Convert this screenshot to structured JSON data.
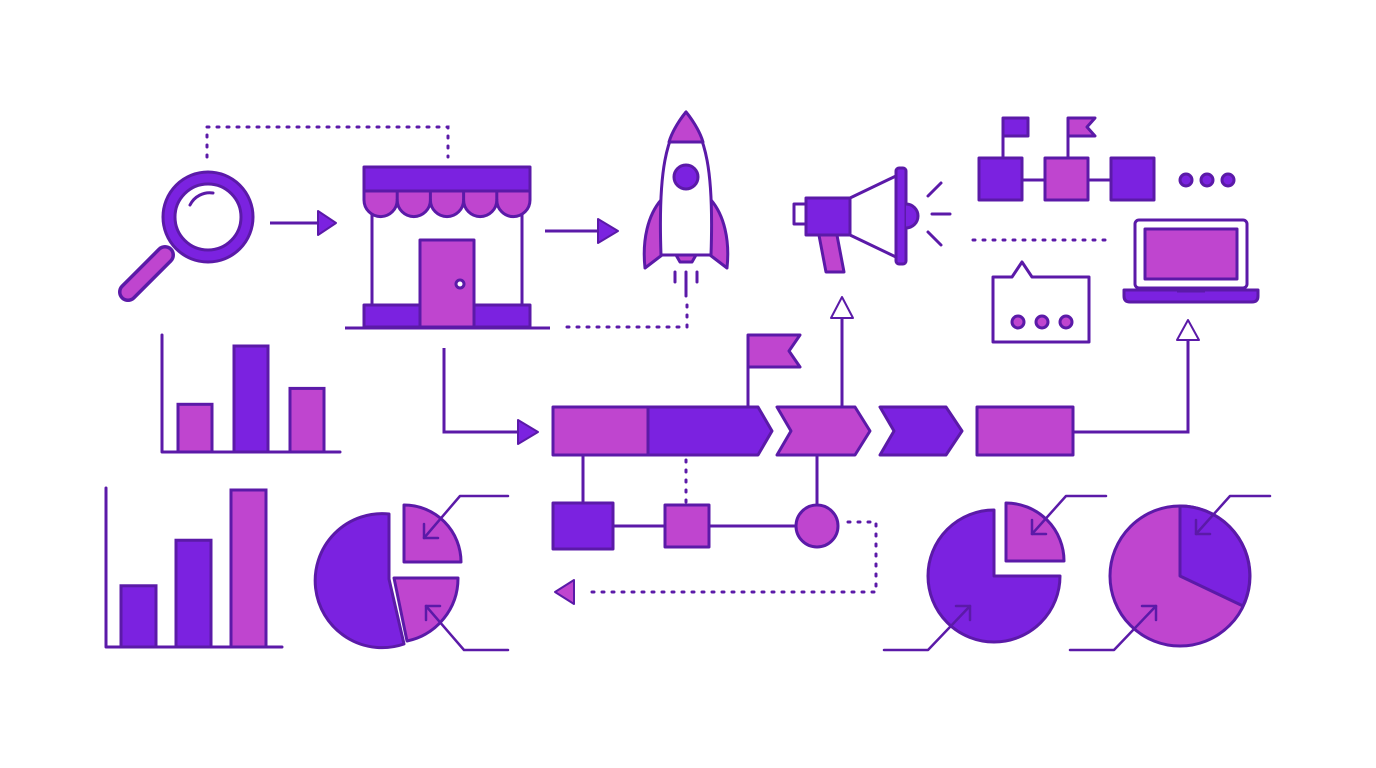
{
  "colors": {
    "outline": "#5b1aa8",
    "primary": "#7b22e0",
    "secondary": "#bf45cf",
    "background": "#ffffff"
  },
  "icons": [
    "magnifier-icon",
    "storefront-icon",
    "rocket-icon",
    "megaphone-icon",
    "org-chart-icon",
    "laptop-icon",
    "chat-bubble-icon",
    "flag-icon",
    "bar-chart-icon",
    "pie-chart-icon"
  ],
  "charts": {
    "bar_chart_small": {
      "values": [
        0.45,
        1.0,
        0.6
      ]
    },
    "bar_chart_large": {
      "values": [
        0.39,
        0.68,
        1.0
      ]
    }
  }
}
